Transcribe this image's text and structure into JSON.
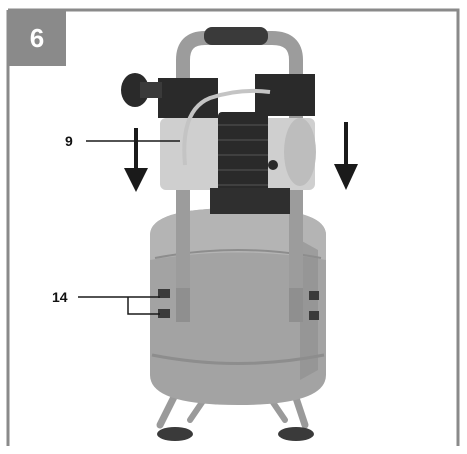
{
  "figure": {
    "number": "6",
    "callouts": [
      {
        "id": "9",
        "label": "9"
      },
      {
        "id": "14",
        "label": "14"
      }
    ]
  },
  "colors": {
    "frame": "#8a8a8a",
    "tank": "#a3a3a3",
    "tank_shadow": "#8d8d8d",
    "metal": "#c9c9c9",
    "dark": "#2a2a2a",
    "handle_grip": "#3a3a3a",
    "arrow": "#1a1a1a"
  }
}
